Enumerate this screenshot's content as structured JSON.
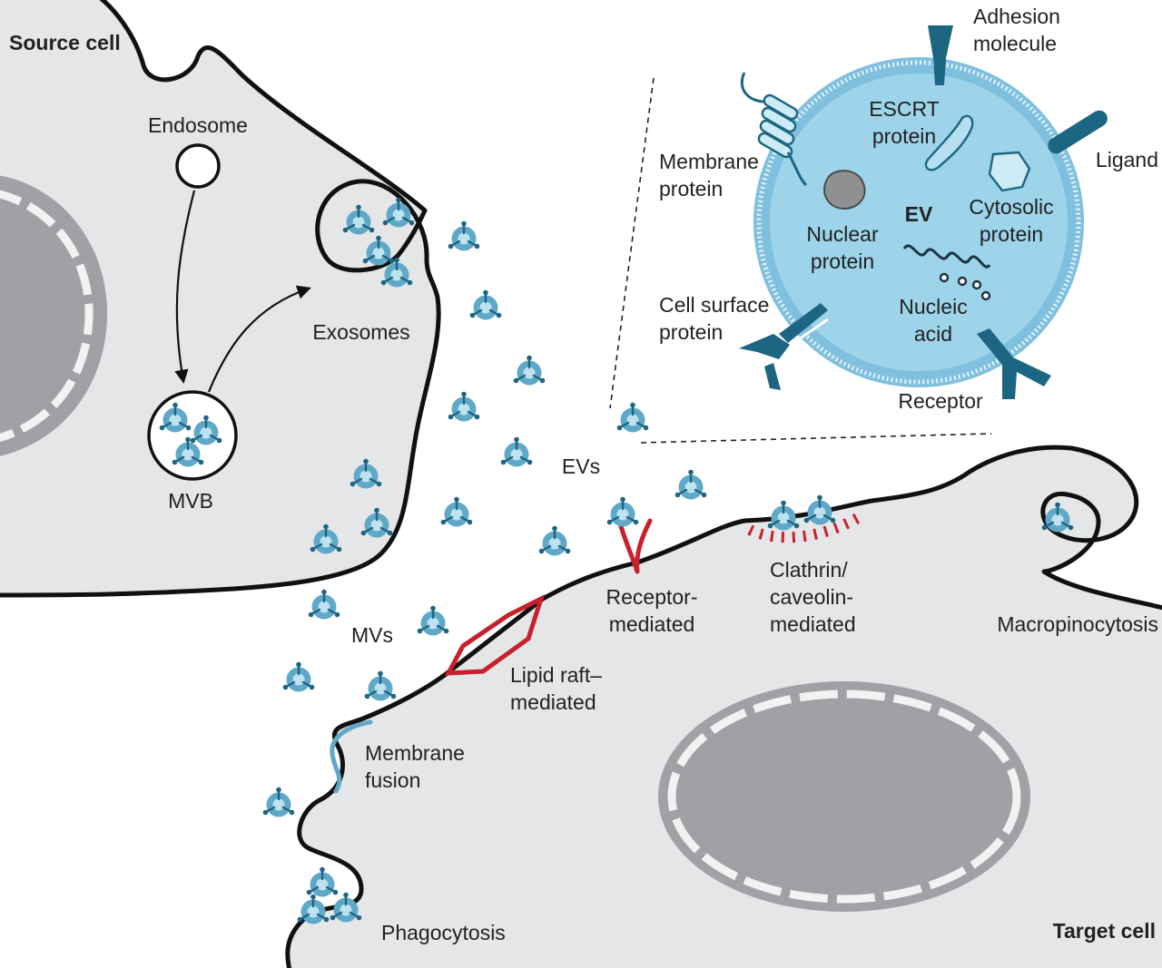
{
  "labels": {
    "source_cell": "Source cell",
    "target_cell": "Target cell",
    "endosome": "Endosome",
    "mvb": "MVB",
    "exosomes": "Exosomes",
    "evs": "EVs",
    "mvs": "MVs",
    "membrane_fusion": [
      "Membrane",
      "fusion"
    ],
    "phagocytosis": "Phagocytosis",
    "lipid_raft": [
      "Lipid raft–",
      "mediated"
    ],
    "receptor_mediated": [
      "Receptor-",
      "mediated"
    ],
    "clathrin": [
      "Clathrin/",
      "caveolin-",
      "mediated"
    ],
    "macropinocytosis": "Macropinocytosis"
  },
  "inset": {
    "ev": "EV",
    "adhesion_molecule": [
      "Adhesion",
      "molecule"
    ],
    "escrt_protein": [
      "ESCRT",
      "protein"
    ],
    "ligand": "Ligand",
    "membrane_protein": [
      "Membrane",
      "protein"
    ],
    "cytosolic_protein": [
      "Cytosolic",
      "protein"
    ],
    "nuclear_protein": [
      "Nuclear",
      "protein"
    ],
    "nucleic_acid": [
      "Nucleic",
      "acid"
    ],
    "cell_surface_protein": [
      "Cell surface",
      "protein"
    ],
    "receptor": "Receptor"
  },
  "colors": {
    "cell_fill": "#e5e6e8",
    "nucleus": "#9fa1a4",
    "ev_fill": "#5fa8c8",
    "ev_core": "#bde2f0",
    "ev_dark": "#1c6683",
    "uptake_red": "#c8202d",
    "inset_ev": "#9dd4ea"
  }
}
